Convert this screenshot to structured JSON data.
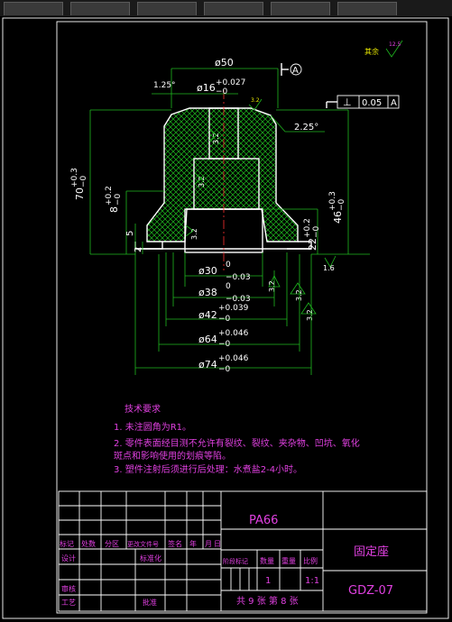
{
  "window": {
    "tabs": [
      "",
      "",
      "",
      "",
      "",
      ""
    ]
  },
  "drawing": {
    "surface_note": "其余",
    "surface_symbol": "12.5",
    "datum_label": "A",
    "tolerance_frame": {
      "symbol": "⊥",
      "value": "0.05",
      "datum": "A"
    },
    "chamfer_left": "1.25°",
    "chamfer_right": "2.25°",
    "roughness_top": "3.2",
    "dims": {
      "d50": "ø50",
      "d16": "ø16",
      "d16_tol_up": "+0.027",
      "d16_tol_dn": "−0",
      "d30": "ø30",
      "d30_tol_up": "0",
      "d30_tol_dn": "−0.03",
      "d38": "ø38",
      "d38_tol_up": "0",
      "d38_tol_dn": "−0.03",
      "d42": "ø42",
      "d42_tol_up": "+0.039",
      "d42_tol_dn": "−0",
      "d64": "ø64",
      "d64_tol_up": "+0.046",
      "d64_tol_dn": "−0",
      "d74": "ø74",
      "d74_tol_up": "+0.046",
      "d74_tol_dn": "−0",
      "h70": "70",
      "h70_tol_up": "+0.3",
      "h70_tol_dn": "−0",
      "h8": "8",
      "h8_tol_up": "+0.2",
      "h8_tol_dn": "−0",
      "h5": "5",
      "h2": "2",
      "h46": "46",
      "h46_tol_up": "+0.3",
      "h46_tol_dn": "−0",
      "h22": "22",
      "h22_tol_up": "+0.2",
      "h22_tol_dn": "−0",
      "r16": "1.6",
      "r32a": "3.2",
      "r32b": "3.2",
      "r32c": "3.2",
      "r32d": "3.2",
      "r32e": "3.2",
      "r32f": "3.2"
    }
  },
  "notes": {
    "heading": "技术要求",
    "items": [
      "1. 未注圆角为R1。",
      "2. 零件表面经目测不允许有裂纹、裂纹、夹杂物、凹坑、氧化",
      "   斑点和影响使用的划痕等陷。",
      "3. 塑件注射后须进行后处理：水煮盐2-4小时。"
    ]
  },
  "title_block": {
    "material": "PA66",
    "part_name": "固定座",
    "drawing_no": "GDZ-07",
    "col_headers": [
      "标记",
      "处数",
      "分区",
      "更改文件号",
      "签名",
      "年",
      "月",
      "日"
    ],
    "row_labels": [
      "设计",
      "审核",
      "工艺"
    ],
    "std_label": "标准化",
    "approve_label": "批准",
    "stage_headers": [
      "阶段标记",
      "数量",
      "重量",
      "比例"
    ],
    "quantity": "1",
    "scale": "1:1",
    "sheets": "共 9 张  第 8 张"
  }
}
